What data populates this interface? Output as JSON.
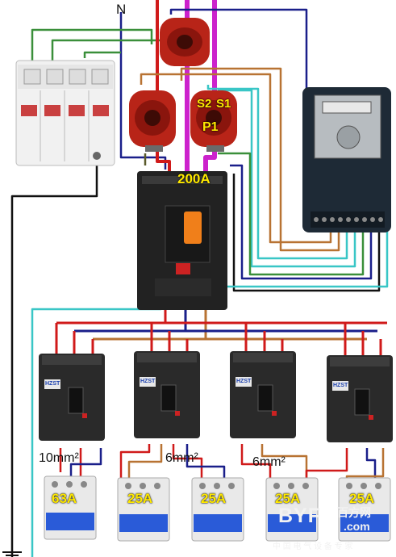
{
  "labels": {
    "neutral": "N",
    "ct_secondary_s2": "S2",
    "ct_secondary_s1": "S1",
    "ct_primary": "P1",
    "main_breaker_rating": "200A",
    "cable_size_left": "10mm²",
    "cable_size_middle": "6mm²",
    "cable_size_right": "6mm²"
  },
  "branch_breakers": [
    {
      "id": "breaker-1",
      "brand": "HZST"
    },
    {
      "id": "breaker-2",
      "brand": "HZST"
    },
    {
      "id": "breaker-3",
      "brand": "HZST"
    },
    {
      "id": "breaker-4",
      "brand": "HZST"
    }
  ],
  "mcbs": [
    {
      "id": "mcb-1",
      "rating": "63A"
    },
    {
      "id": "mcb-2",
      "rating": "25A"
    },
    {
      "id": "mcb-3",
      "rating": "25A"
    },
    {
      "id": "mcb-4",
      "rating": "25A"
    },
    {
      "id": "mcb-5",
      "rating": "25A"
    }
  ],
  "watermark": {
    "site": "BYF",
    "site_suffix": "百方网",
    "domain": ".com",
    "tagline": "中 国 电 气 设 备 专 家"
  },
  "wire_colors": {
    "phase_a": "#d01a1a",
    "phase_b": "#cc22cc",
    "phase_c": "#b87333",
    "neutral": "#1a1f8a",
    "earth": "#3a8f3a",
    "signal": "#39c6c6",
    "ground": "#111111"
  },
  "accent_colors": {
    "label_yellow": "#ffe900",
    "ct_red": "#c0281c",
    "breaker_body": "#2a2a2a",
    "breaker_handle": "#f07f1a",
    "mcb_blue": "#2a5bd8"
  }
}
